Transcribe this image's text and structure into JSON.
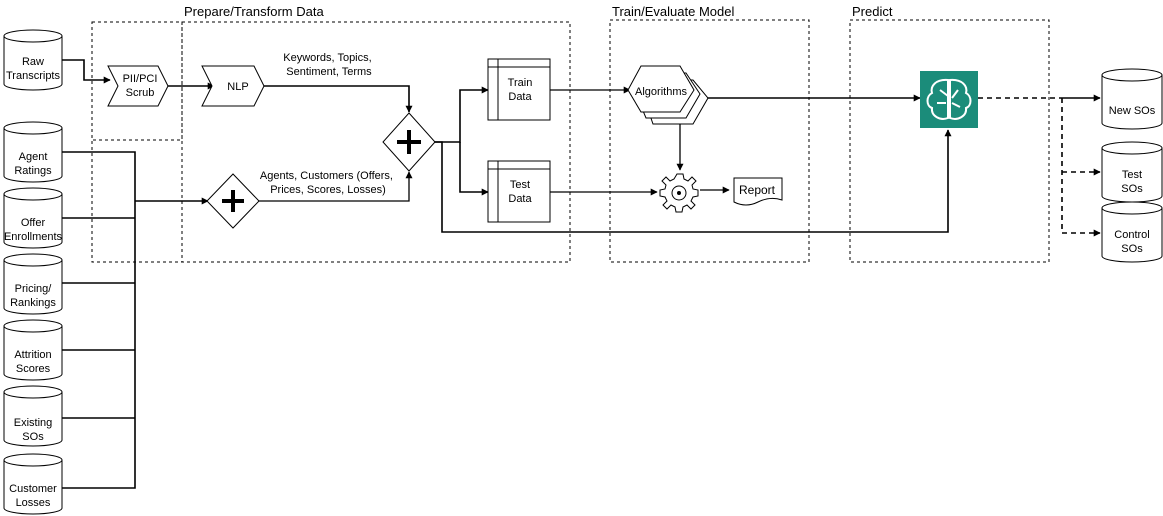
{
  "groups": {
    "prepare": "Prepare/Transform Data",
    "train": "Train/Evaluate Model",
    "predict": "Predict"
  },
  "sources": {
    "raw_transcripts": [
      "Raw",
      "Transcripts"
    ],
    "agent_ratings": [
      "Agent",
      "Ratings"
    ],
    "offer_enrollments": [
      "Offer",
      "Enrollments"
    ],
    "pricing_rankings": [
      "Pricing/",
      "Rankings"
    ],
    "attrition_scores": [
      "Attrition",
      "Scores"
    ],
    "existing_sos": [
      "Existing",
      "SOs"
    ],
    "customer_losses": [
      "Customer",
      "Losses"
    ]
  },
  "steps": {
    "pii_scrub": [
      "PII/PCI",
      "Scrub"
    ],
    "nlp": "NLP",
    "train_data": [
      "Train",
      "Data"
    ],
    "test_data": [
      "Test",
      "Data"
    ],
    "algorithms": "Algorithms",
    "report": "Report"
  },
  "edge_labels": {
    "nlp_out": [
      "Keywords, Topics,",
      "Sentiment, Terms"
    ],
    "structured_out": [
      "Agents, Customers (Offers,",
      "Prices, Scores, Losses)"
    ]
  },
  "outputs": {
    "new_sos": "New SOs",
    "test_sos": [
      "Test",
      "SOs"
    ],
    "control_sos": [
      "Control",
      "SOs"
    ]
  },
  "icons": {
    "predict_model": "brain-model-icon",
    "evaluate": "gear-evaluate-icon"
  },
  "colors": {
    "model_icon_bg": "#1b8c7a",
    "line": "#000000"
  }
}
